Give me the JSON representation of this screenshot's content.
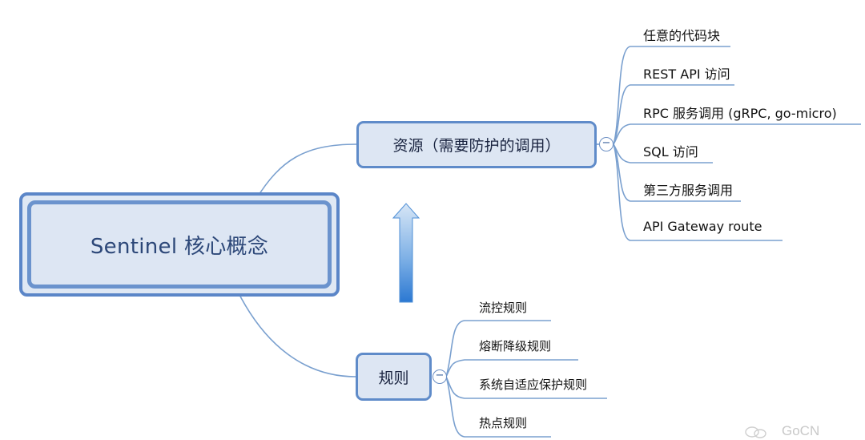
{
  "root": {
    "label": "Sentinel 核心概念"
  },
  "resource": {
    "label": "资源（需要防护的调用）",
    "collapse_symbol": "−",
    "items": [
      "任意的代码块",
      "REST API 访问",
      "RPC 服务调用 (gRPC, go-micro)",
      "SQL 访问",
      "第三方服务调用",
      "API Gateway route"
    ]
  },
  "rule": {
    "label": "规则",
    "collapse_symbol": "−",
    "items": [
      "流控规则",
      "熔断降级规则",
      "系统自适应保护规则",
      "热点规则"
    ]
  },
  "watermark": {
    "text": "GoCN"
  },
  "colors": {
    "connector": "#7aa0cf",
    "node_border": "#5f8bc9",
    "node_fill": "#dde6f3",
    "arrow_top": "#c9ddf3",
    "arrow_bottom": "#2f7fd6"
  }
}
